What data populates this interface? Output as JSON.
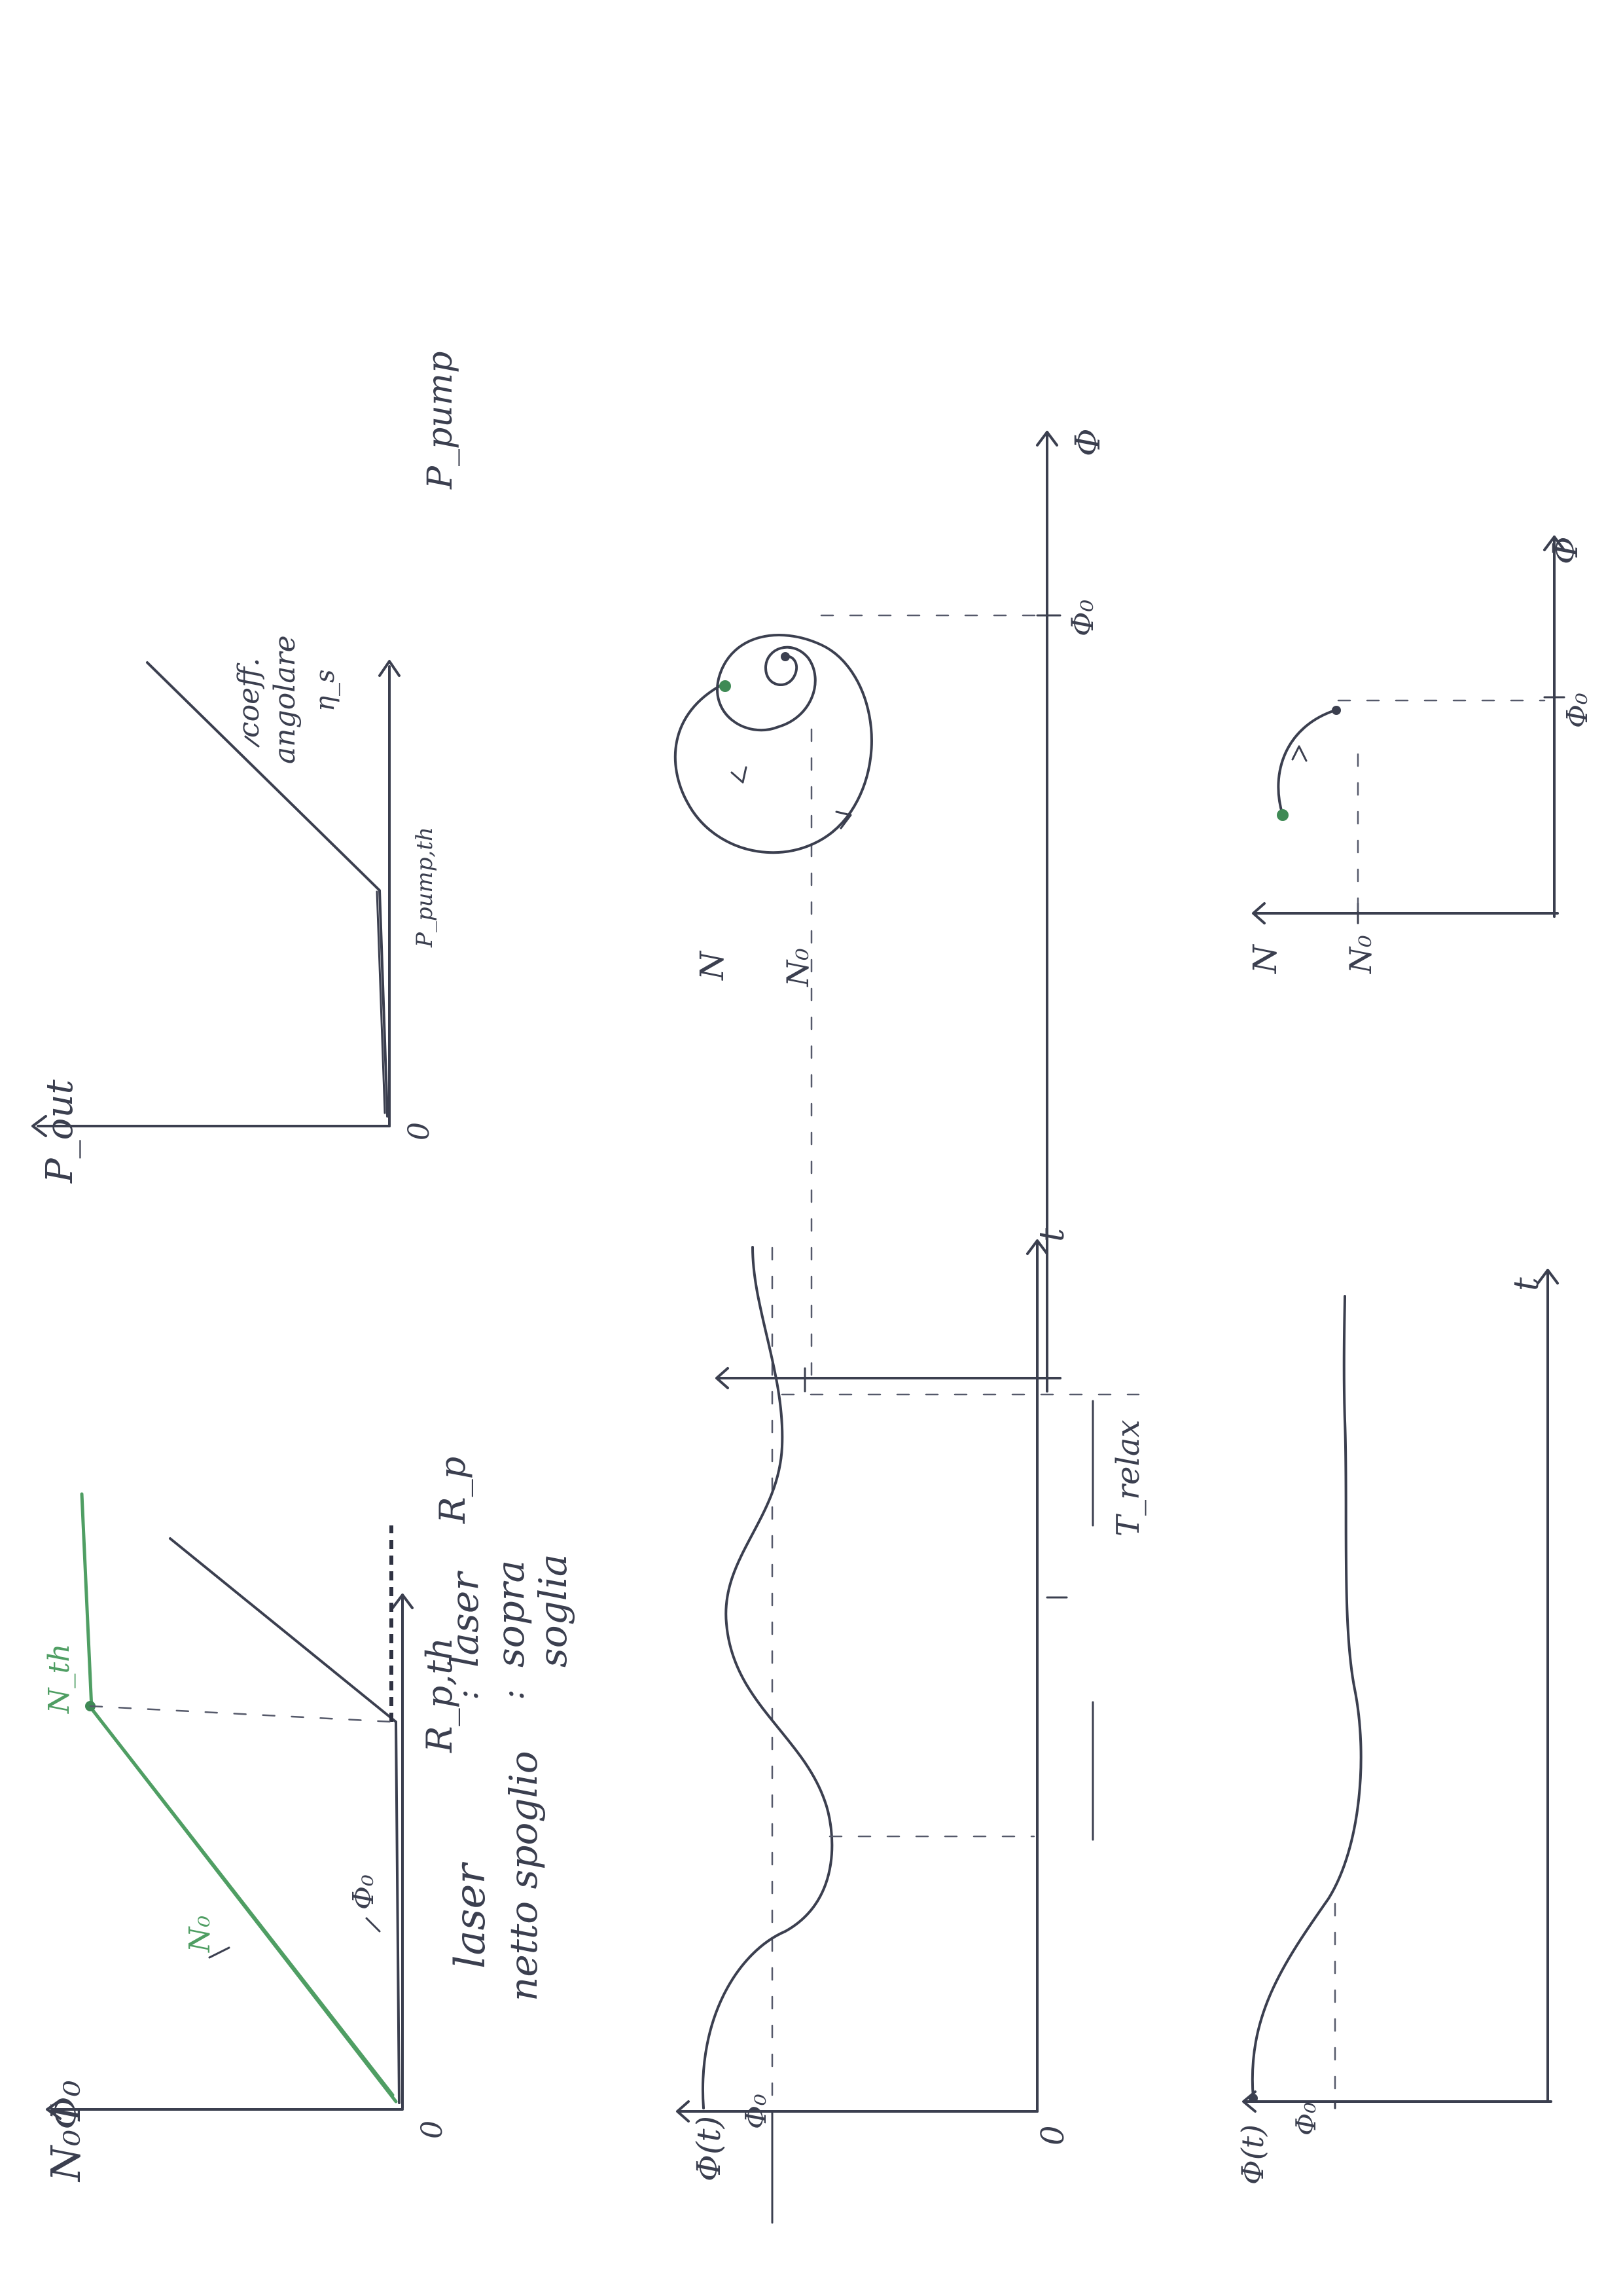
{
  "panel_a": {
    "y_axis_label": "N₀Φ₀",
    "x_axis_label": "R_p",
    "origin_label": "0",
    "n0_label": "N₀",
    "nth_label": "N_th",
    "phi0_label": "Φ₀",
    "threshold_label": "R_p,th",
    "below_threshold_note": [
      "laser",
      "netto spoglio"
    ],
    "above_threshold_note": [
      "laser",
      "sopra",
      "soglia"
    ]
  },
  "panel_b": {
    "y_axis_label": "P_out",
    "x_axis_label": "P_pump",
    "origin_label": "0",
    "threshold_label": "P_pump,th",
    "slope_note": [
      "coeff.",
      "angolare",
      "η_s"
    ]
  },
  "panel_c": {
    "y_axis_label": "Φ(t)",
    "phi0_label": "Φ₀",
    "x_axis_label": "t",
    "origin_label": "0",
    "period_label": "T_relax"
  },
  "panel_d": {
    "y_axis_label": "N",
    "n0_label": "N₀",
    "x_axis_label": "Φ",
    "phi0_label": "Φ₀"
  },
  "panel_e": {
    "y_axis_label": "Φ(t)",
    "phi0_label": "Φ₀",
    "x_axis_label": "t"
  },
  "panel_f": {
    "y_axis_label": "N",
    "n0_label": "N₀",
    "x_axis_label": "Φ",
    "phi0_label": "Φ₀"
  },
  "colors": {
    "ink": "#3b3f4f",
    "green_ink": "#4f9e63"
  }
}
